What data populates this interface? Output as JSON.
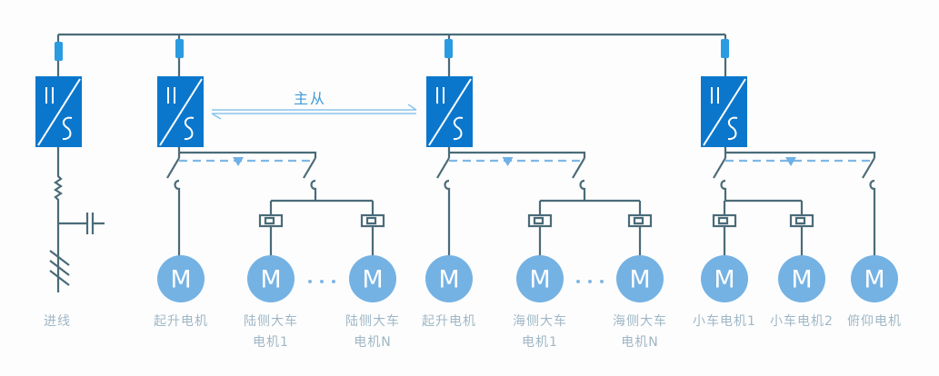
{
  "diagram": {
    "type": "electrical single-line drive system",
    "master_slave_label": "主从",
    "motor_symbol": "M",
    "inverter_symbol": {
      "top": "||",
      "bottom": "S"
    },
    "incoming": {
      "label": "进线"
    },
    "groups": [
      {
        "id": "hoist-gantry-land",
        "motors": [
          {
            "label_line1": "起升电机",
            "label_line2": ""
          },
          {
            "label_line1": "陆侧大车",
            "label_line2": "电机1"
          },
          {
            "label_line1": "陆侧大车",
            "label_line2": "电机N"
          }
        ]
      },
      {
        "id": "hoist-gantry-sea",
        "motors": [
          {
            "label_line1": "起升电机",
            "label_line2": ""
          },
          {
            "label_line1": "海侧大车",
            "label_line2": "电机1"
          },
          {
            "label_line1": "海侧大车",
            "label_line2": "电机N"
          }
        ]
      },
      {
        "id": "trolley-boom",
        "motors": [
          {
            "label_line1": "小车电机1",
            "label_line2": ""
          },
          {
            "label_line1": "小车电机2",
            "label_line2": ""
          },
          {
            "label_line1": "俯仰电机",
            "label_line2": ""
          }
        ]
      }
    ],
    "colors": {
      "wire": "#4a6b78",
      "inverter": "#0b77cc",
      "fuse": "#2a9be0",
      "motor": "#74b2e4",
      "dashed_link": "#7fb8e6",
      "label_text": "#9fb7c6",
      "master_slave_text": "#3d9ad8"
    }
  }
}
